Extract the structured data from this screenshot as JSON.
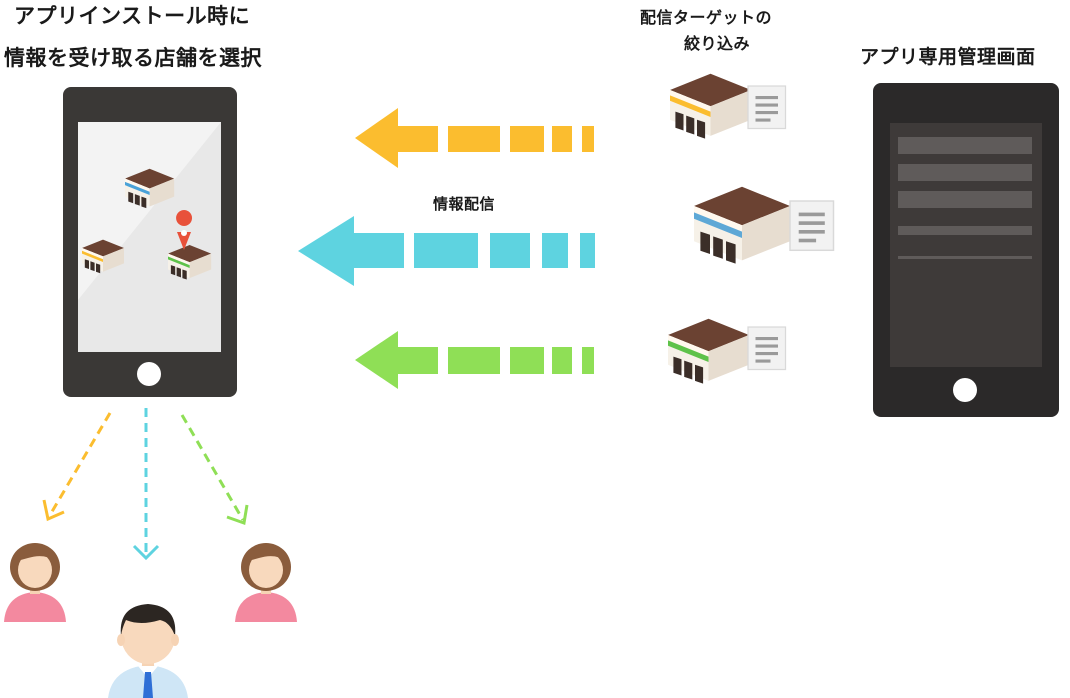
{
  "labels": {
    "install_line1": "アプリインストール時に",
    "install_line2": "情報を受け取る店舗を選択",
    "target_line1": "配信ターゲットの",
    "target_line2": "絞り込み",
    "delivery": "情報配信",
    "admin": "アプリ専用管理画面"
  },
  "colors": {
    "orange": "#fbbd2f",
    "cyan": "#5ed3e0",
    "green": "#8fdf56",
    "phone_body": "#3a3836",
    "admin_body": "#2b2929",
    "admin_screen": "#3e3a39",
    "admin_bar": "#5f5b5a"
  },
  "icons": {
    "phone": "smartphone-icon",
    "shop": "storefront-icon",
    "pin": "map-pin-icon",
    "doc": "document-icon",
    "user_female": "female-user-icon",
    "user_male": "male-user-icon"
  }
}
